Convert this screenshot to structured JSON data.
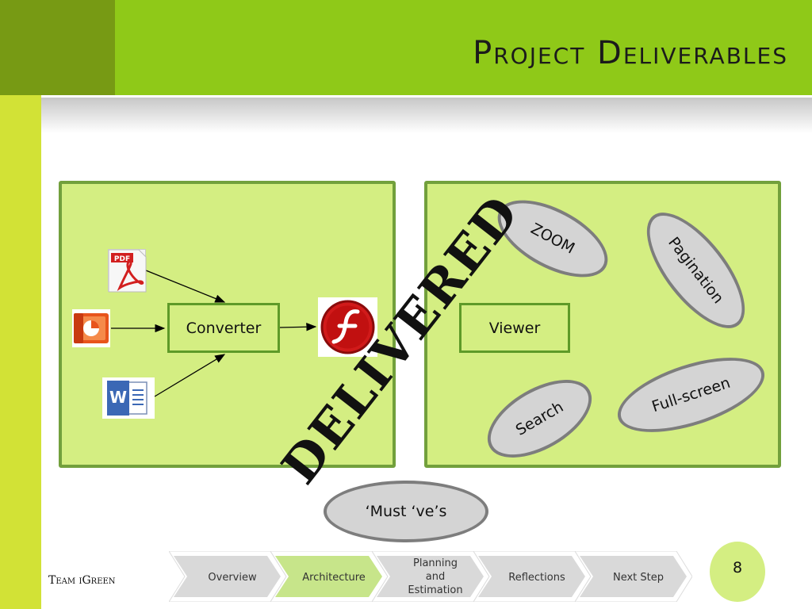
{
  "slide": {
    "title": "Project Deliverables",
    "footer_text": "Team iGreen",
    "page_number": "8"
  },
  "diagram": {
    "converter_label": "Converter",
    "viewer_label": "Viewer",
    "stamp_text": "DELIVERED",
    "features": {
      "zoom": "ZOOM",
      "pagination": "Pagination",
      "search": "Search",
      "fullscreen": "Full-screen"
    },
    "must_haves": "‘Must ‘ve’s",
    "pdf_icon_text": "PDF",
    "word_icon_text": "W"
  },
  "nav": {
    "steps": [
      {
        "label": "Overview",
        "active": false
      },
      {
        "label": "Architecture",
        "active": true
      },
      {
        "label": "Planning\nand\nEstimation",
        "active": false
      },
      {
        "label": "Reflections",
        "active": false
      },
      {
        "label": "Next Step",
        "active": false
      }
    ]
  },
  "colors": {
    "header_green": "#8fc918",
    "header_dark": "#779a14",
    "panel_fill": "#d4ee82",
    "panel_border": "#72a03c",
    "accent_lime": "#d2e236",
    "active_step": "#c7e58a",
    "inactive_step": "#d9d9d9"
  }
}
